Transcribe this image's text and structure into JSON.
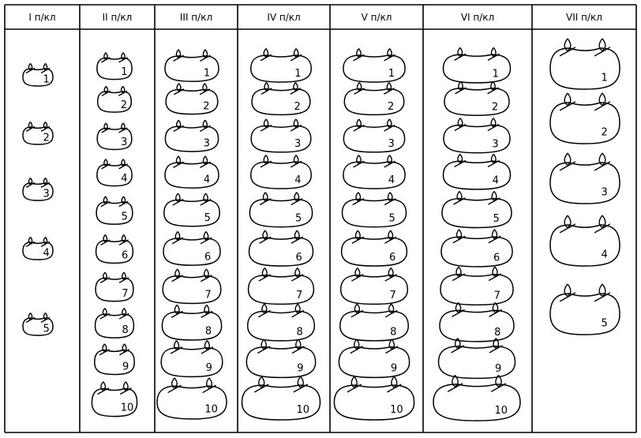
{
  "table": {
    "columns": [
      {
        "header": "I п/кл",
        "numbers": [
          "1",
          "2",
          "3",
          "4",
          "5"
        ]
      },
      {
        "header": "II п/кл",
        "numbers": [
          "1",
          "2",
          "3",
          "4",
          "5",
          "6",
          "7",
          "8",
          "9",
          "10"
        ]
      },
      {
        "header": "III п/кл",
        "numbers": [
          "1",
          "2",
          "3",
          "4",
          "5",
          "6",
          "7",
          "8",
          "9",
          "10"
        ]
      },
      {
        "header": "IV п/кл",
        "numbers": [
          "1",
          "2",
          "3",
          "4",
          "5",
          "6",
          "7",
          "8",
          "9",
          "10"
        ]
      },
      {
        "header": "V п/кл",
        "numbers": [
          "1",
          "2",
          "3",
          "4",
          "5",
          "6",
          "7",
          "8",
          "9",
          "10"
        ]
      },
      {
        "header": "VI п/кл",
        "numbers": [
          "1",
          "2",
          "3",
          "4",
          "5",
          "6",
          "7",
          "8",
          "9",
          "10"
        ]
      },
      {
        "header": "VII п/кл",
        "numbers": [
          "1",
          "2",
          "3",
          "4",
          "5"
        ]
      }
    ]
  }
}
